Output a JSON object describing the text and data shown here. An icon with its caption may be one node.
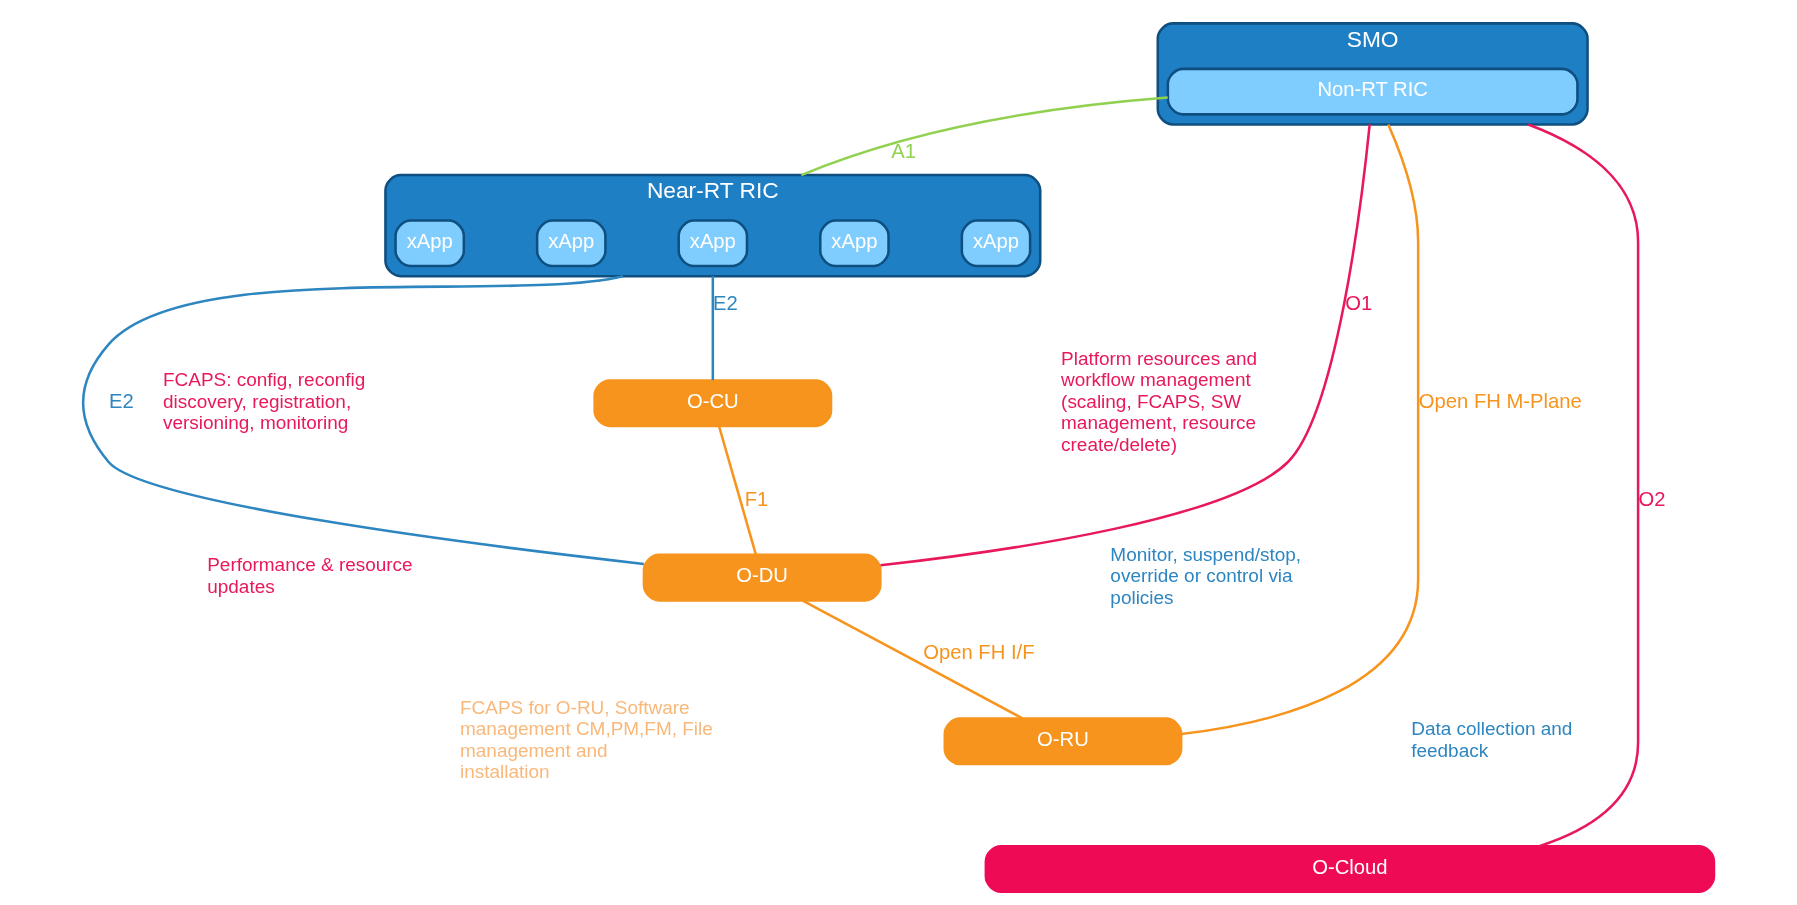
{
  "diagram": {
    "nodes": [
      {
        "text": [
          "SMO"
        ]
      },
      {
        "text": [
          "Non-RT RIC"
        ],
        "in": 0
      },
      {
        "text": [
          "Near-RT RIC"
        ]
      },
      {
        "text": [
          "xApp"
        ],
        "in": 2
      },
      {
        "text": [
          "xApp"
        ],
        "in": 2
      },
      {
        "text": [
          "xApp"
        ],
        "in": 2
      },
      {
        "text": [
          "xApp"
        ],
        "in": 2
      },
      {
        "text": [
          "xApp"
        ],
        "in": 2
      },
      {
        "text": [
          "O-CU"
        ]
      },
      {
        "text": [
          "O-DU"
        ]
      },
      {
        "text": [
          "O-RU"
        ]
      },
      {
        "text": [
          "O-Cloud"
        ]
      }
    ],
    "edges": [
      {
        "from": 1,
        "to": 2,
        "arrow": "none",
        "label": "A1",
        "color": "#92d050"
      },
      {
        "from": 2,
        "to": 8,
        "arrow": "none",
        "label": "E2",
        "color": "#2e86c1"
      },
      {
        "from": 8,
        "to": 9,
        "arrow": "none",
        "label": "F1",
        "color": "#f7941d"
      },
      {
        "from": 9,
        "to": 10,
        "arrow": "none",
        "label": "Open FH I/F",
        "color": "#f7941d"
      },
      {
        "from": 0,
        "to": 10,
        "arrow": "none",
        "label": "Open FH M-Plane",
        "color": "#f7941d"
      },
      {
        "from": 0,
        "to": 9,
        "arrow": "none",
        "label": "O1",
        "color": "#e8185a"
      },
      {
        "from": 0,
        "to": 11,
        "arrow": "none",
        "label": "O2",
        "color": "#e8185a"
      },
      {
        "from": 2,
        "to": 9,
        "arrow": "none",
        "label": "E2",
        "color": "#2e86c1"
      }
    ],
    "labels": [
      "FCAPS for O-RU, Software management CM,PM,FM, File management and installation",
      "FCAPS: config, reconfig discovery, registration, versioning, monitoring",
      "Performance & resource updates",
      "Platform resources and workflow management (scaling, FCAPS, SW management, resource create/delete)",
      "Monitor, suspend/stop, override or control via policies",
      "Data collection and feedback"
    ]
  }
}
